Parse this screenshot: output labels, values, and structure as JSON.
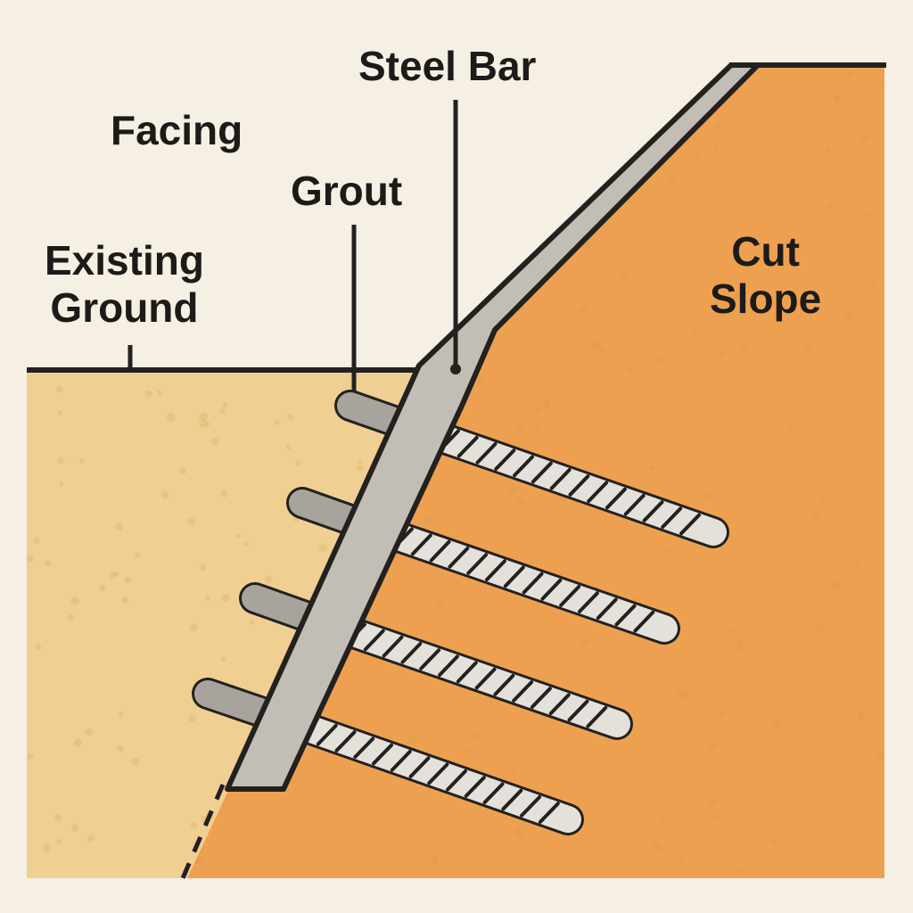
{
  "labels": {
    "steel_bar": "Steel Bar",
    "facing": "Facing",
    "grout": "Grout",
    "existing_ground": [
      "Existing",
      "Ground"
    ],
    "cut_slope": [
      "Cut",
      "Slope"
    ]
  },
  "colors": {
    "background": "#f6f0e4",
    "existing_ground": "#f0cf92",
    "cut_slope": "#eda150",
    "facing": "#c3beb5",
    "grout": "#a8a49d",
    "steel_bar": "#e4e1da",
    "outline": "#232120",
    "soil_dots": "#de9a4c"
  },
  "soil_nails": {
    "count": 4
  }
}
